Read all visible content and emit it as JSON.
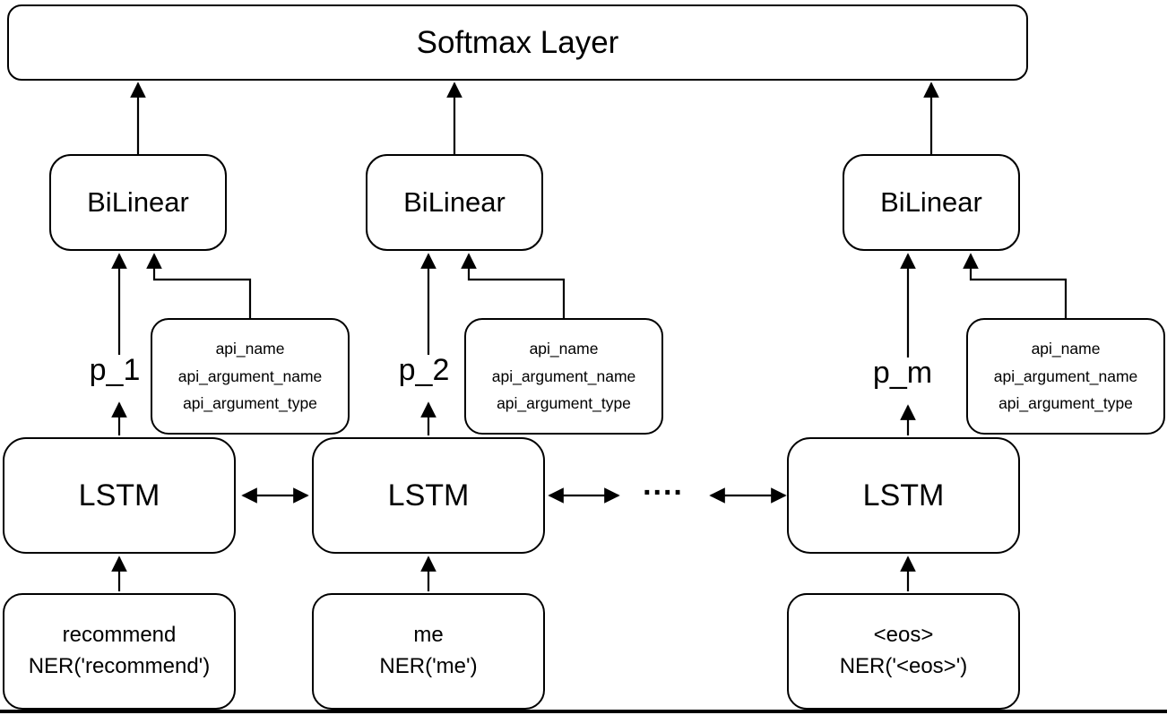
{
  "diagram": {
    "softmax": {
      "label": "Softmax Layer"
    },
    "bilinear_label": "BiLinear",
    "lstm_label": "LSTM",
    "ellipsis": "....",
    "api_box": {
      "lines": [
        "api_name",
        "api_argument_name",
        "api_argument_type"
      ]
    },
    "columns": [
      {
        "p_label": "p_1",
        "input": {
          "line1": "recommend",
          "line2": "NER('recommend')"
        }
      },
      {
        "p_label": "p_2",
        "input": {
          "line1": "me",
          "line2": "NER('me')"
        }
      },
      {
        "p_label": "p_m",
        "input": {
          "line1": "<eos>",
          "line2": "NER('<eos>')"
        }
      }
    ],
    "colors": {
      "stroke": "#000000",
      "fill": "#ffffff"
    }
  }
}
